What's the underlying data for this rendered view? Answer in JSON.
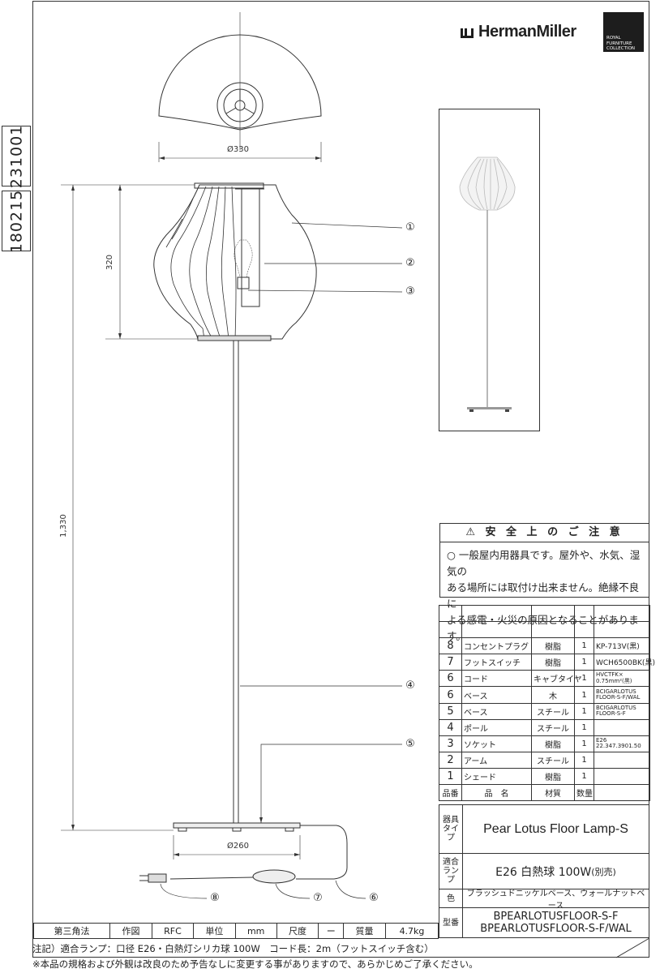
{
  "drawing_ids": {
    "top": "231001",
    "bottom": "180215"
  },
  "brand": {
    "name": "HermanMiller",
    "badge": [
      "ROYAL",
      "FURNITURE",
      "COLLECTION"
    ]
  },
  "dimensions": {
    "shade_width": "Ø330",
    "shade_height": "320",
    "total_height": "1,330",
    "base_width": "Ø260"
  },
  "callouts": [
    "①",
    "②",
    "③",
    "④",
    "⑤",
    "⑥",
    "⑦",
    "⑧"
  ],
  "safety": {
    "title": "⚠ 安 全 上 の ご 注 意",
    "lines": [
      "○ 一般屋内用器具です。屋外や、水気、湿気の",
      "ある場所には取付け出来ません。絶縁不良に",
      "よる感電・火災の原因となることがあります。"
    ]
  },
  "parts_header": {
    "no": "品番",
    "name": "品　名",
    "material": "材質",
    "qty": "数量"
  },
  "parts": [
    {
      "no": "",
      "name": "",
      "material": "",
      "qty": "",
      "remark": ""
    },
    {
      "no": "",
      "name": "",
      "material": "",
      "qty": "",
      "remark": ""
    },
    {
      "no": "8",
      "name": "コンセントプラグ",
      "material": "樹脂",
      "qty": "1",
      "remark": "KP-713V(黒)"
    },
    {
      "no": "7",
      "name": "フットスイッチ",
      "material": "樹脂",
      "qty": "1",
      "remark": "WCH6500BK(黒)"
    },
    {
      "no": "6",
      "name": "コード",
      "material": "キャブタイヤ",
      "qty": "1",
      "remark": "HVCTFK× 0.75mm²(黒)"
    },
    {
      "no": "6",
      "name": "ベース",
      "material": "木",
      "qty": "1",
      "remark": "BCIGARLOTUS FLOOR-S-F/WAL"
    },
    {
      "no": "5",
      "name": "ベース",
      "material": "スチール",
      "qty": "1",
      "remark": "BCIGARLOTUS FLOOR-S-F"
    },
    {
      "no": "4",
      "name": "ポール",
      "material": "スチール",
      "qty": "1",
      "remark": ""
    },
    {
      "no": "3",
      "name": "ソケット",
      "material": "樹脂",
      "qty": "1",
      "remark": "E26 22.347.3901.50"
    },
    {
      "no": "2",
      "name": "アーム",
      "material": "スチール",
      "qty": "1",
      "remark": ""
    },
    {
      "no": "1",
      "name": "シェード",
      "material": "樹脂",
      "qty": "1",
      "remark": ""
    }
  ],
  "spec": {
    "type_label": "器具タイプ",
    "type_value": "Pear Lotus Floor Lamp-S",
    "lamp_label": "適合ランプ",
    "lamp_value": "E26 白熱球 100W",
    "lamp_note": "(別売)",
    "color_label": "色",
    "color_value": "ブラッシュドニッケルベース、ウォールナットベース",
    "model_label": "型番",
    "model_values": [
      "BPEARLOTUSFLOOR-S-F",
      "BPEARLOTUSFLOOR-S-F/WAL"
    ]
  },
  "footer_table": [
    "第三角法",
    "作図",
    "RFC",
    "単位",
    "mm",
    "尺度",
    "ー",
    "質量",
    "4.7kg"
  ],
  "notes": [
    "注記）適合ランプ：口径 E26・白熱灯シリカ球 100W　コード長：2m（フットスイッチ含む）",
    "※本品の規格および外観は改良のため予告なしに変更する事がありますので、あらかじめご了承ください。"
  ]
}
